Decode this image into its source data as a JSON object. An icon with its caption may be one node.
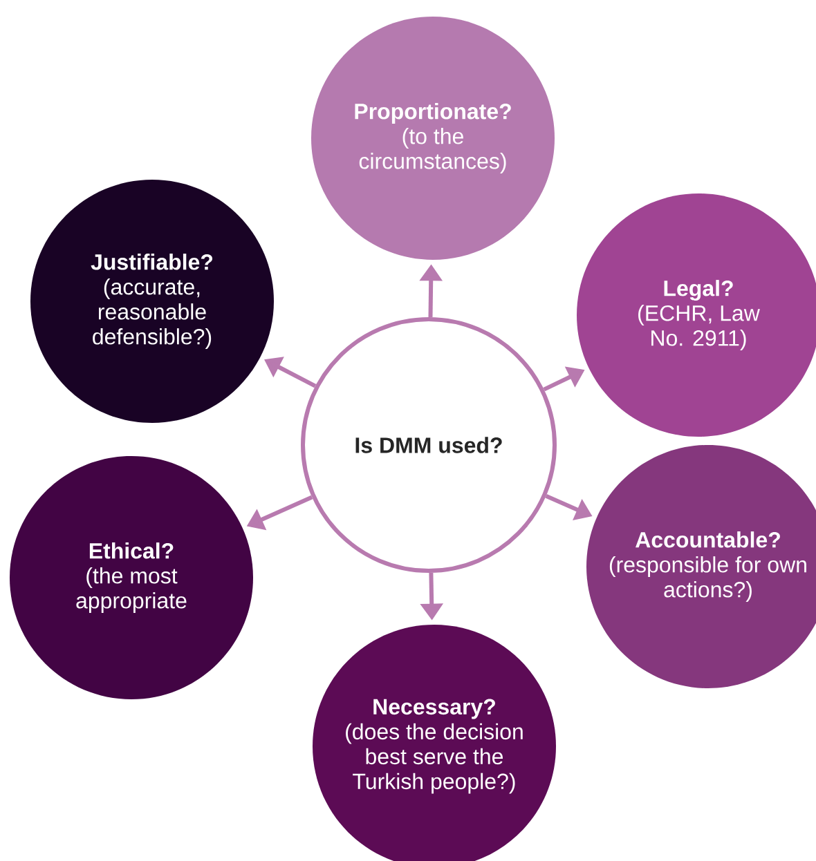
{
  "diagram": {
    "nodes": [
      {
        "text": [
          "Proportionate?",
          "(to the circumstances)"
        ]
      },
      {
        "text": [
          "Justifiable?",
          "(accurate, reasonable defensible?)"
        ]
      },
      {
        "text": [
          "Legal?",
          "(ECHR, Law No. 2911)"
        ]
      },
      {
        "text": [
          "Is DMM used?"
        ]
      },
      {
        "text": [
          "Ethical?",
          "(the most appropriate"
        ]
      },
      {
        "text": [
          "Accountable?",
          "(responsible for own actions?)"
        ]
      },
      {
        "text": [
          "Necessary?",
          "(does the decision best serve the Turkish people?)"
        ]
      }
    ],
    "edges": [
      {
        "from": 3,
        "to": 0,
        "arrow": "to"
      },
      {
        "from": 3,
        "to": 2,
        "arrow": "to"
      },
      {
        "from": 3,
        "to": 5,
        "arrow": "to"
      },
      {
        "from": 3,
        "to": 6,
        "arrow": "to"
      },
      {
        "from": 3,
        "to": 4,
        "arrow": "to"
      },
      {
        "from": 3,
        "to": 1,
        "arrow": "to"
      }
    ]
  }
}
